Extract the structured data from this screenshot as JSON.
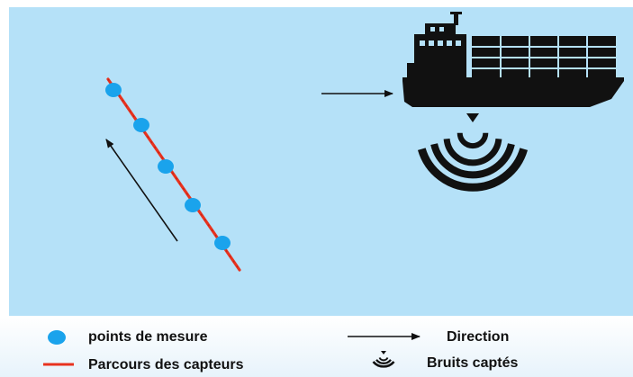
{
  "colors": {
    "sea": "#b5e1f8",
    "fade": "#e7f3fb",
    "measure_point": "#1aa3ec",
    "sensor_path": "#e8321e",
    "ink": "#111111"
  },
  "icons": [
    "ship-icon",
    "sound-waves-icon",
    "arrow-icon",
    "measure-point-icon",
    "sensor-path-icon"
  ],
  "legend": {
    "measure_points": "points de mesure",
    "sensor_path": "Parcours des capteurs",
    "direction": "Direction",
    "noise": "Bruits captés"
  }
}
